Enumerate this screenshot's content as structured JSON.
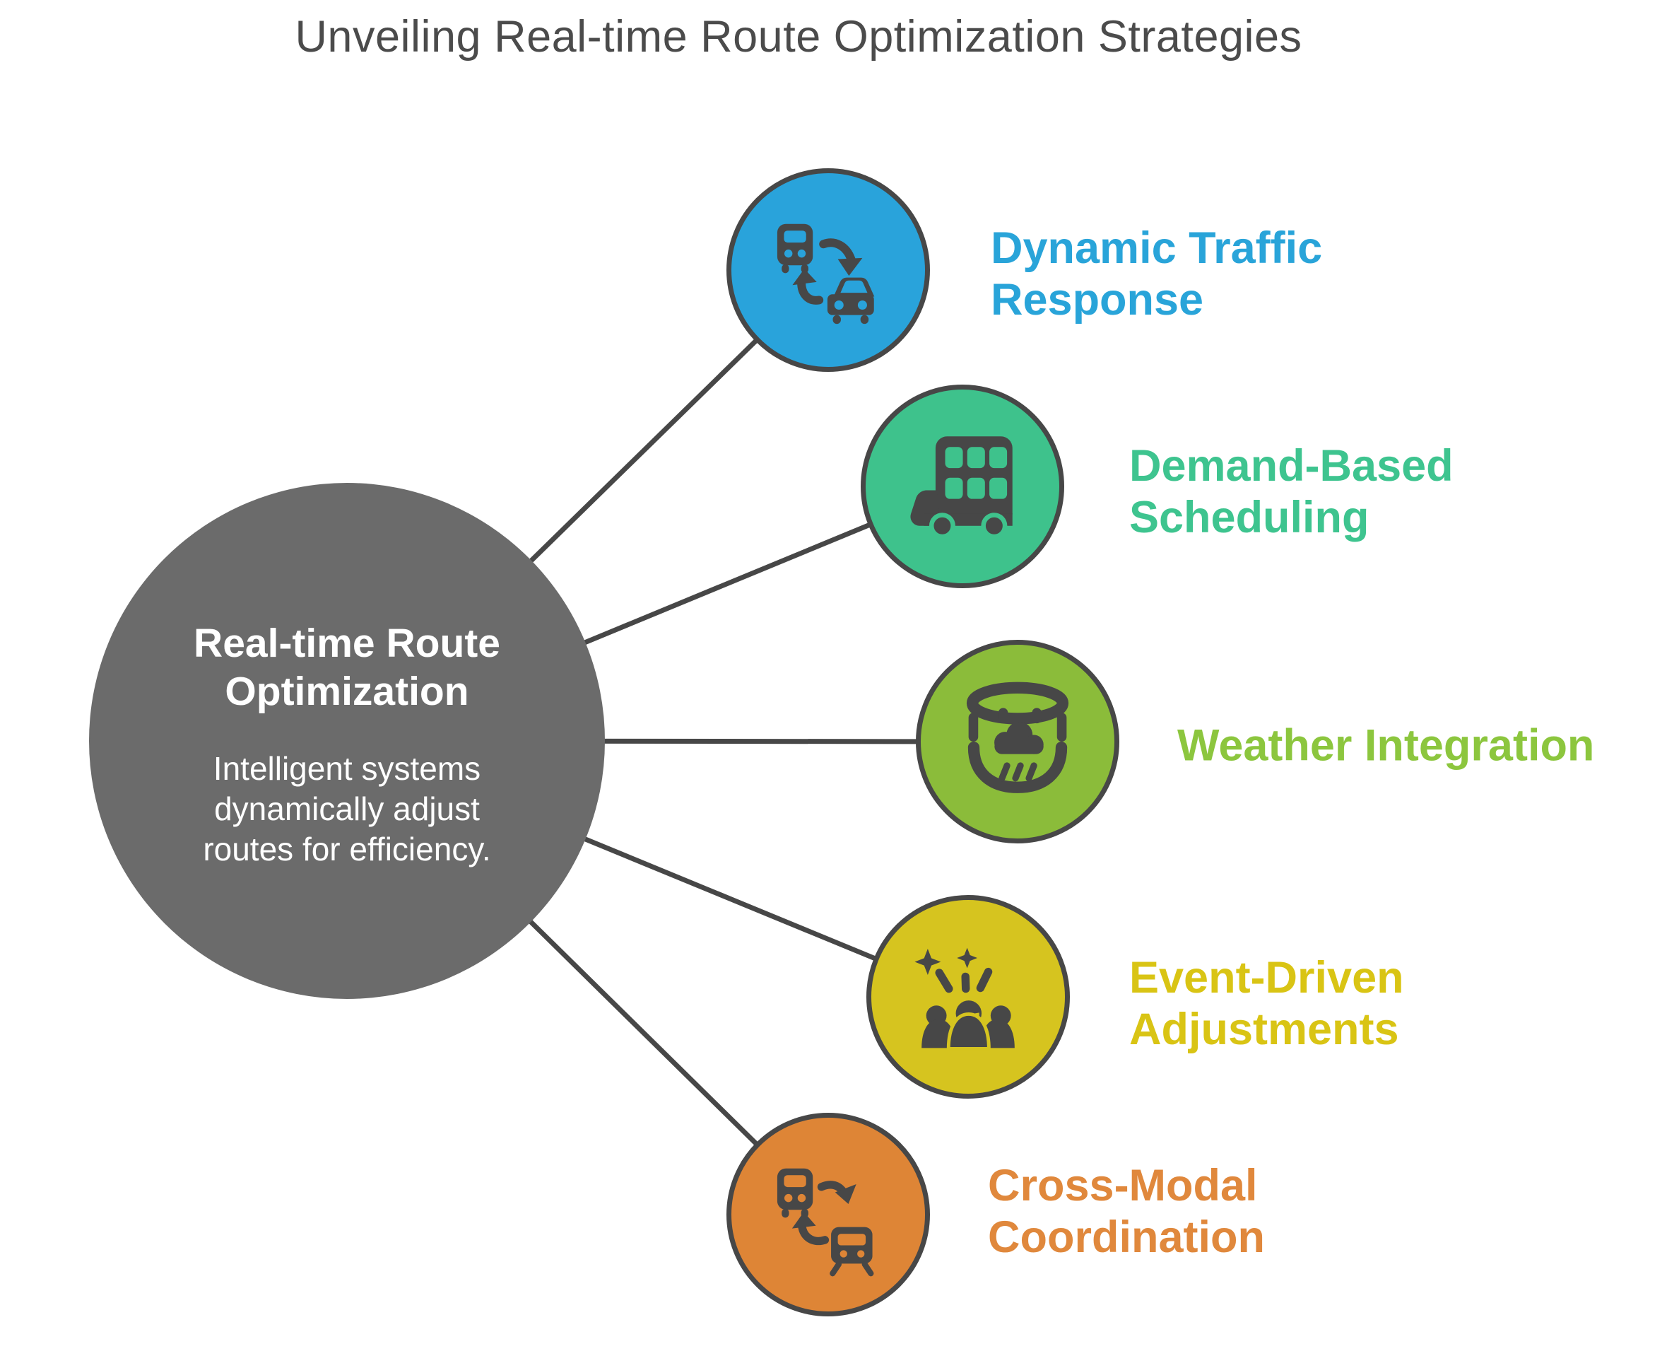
{
  "title": "Unveiling Real-time Route Optimization Strategies",
  "palette": {
    "background": "#ffffff",
    "stroke": "#474747",
    "title-color": "#4b4b4b",
    "center-fill": "#6b6b6b",
    "center-text": "#ffffff"
  },
  "center": {
    "heading": "Real-time Route\nOptimization",
    "description": "Intelligent systems\ndynamically adjust\nroutes for efficiency."
  },
  "nodes": [
    {
      "label": "Dynamic Traffic\nResponse",
      "icon": "bus-car-transfer-icon",
      "circle_color": "#29a3db",
      "label_color": "#29a4d9"
    },
    {
      "label": "Demand-Based\nScheduling",
      "icon": "double-decker-bus-icon",
      "circle_color": "#3ec28c",
      "label_color": "#3ec48f"
    },
    {
      "label": "Weather Integration",
      "icon": "weather-arena-icon",
      "circle_color": "#8bbc3a",
      "label_color": "#8cc63e"
    },
    {
      "label": "Event-Driven\nAdjustments",
      "icon": "crowd-celebration-icon",
      "circle_color": "#d6c41f",
      "label_color": "#d9c414"
    },
    {
      "label": "Cross-Modal\nCoordination",
      "icon": "bus-train-transfer-icon",
      "circle_color": "#de8536",
      "label_color": "#e0883c"
    }
  ]
}
